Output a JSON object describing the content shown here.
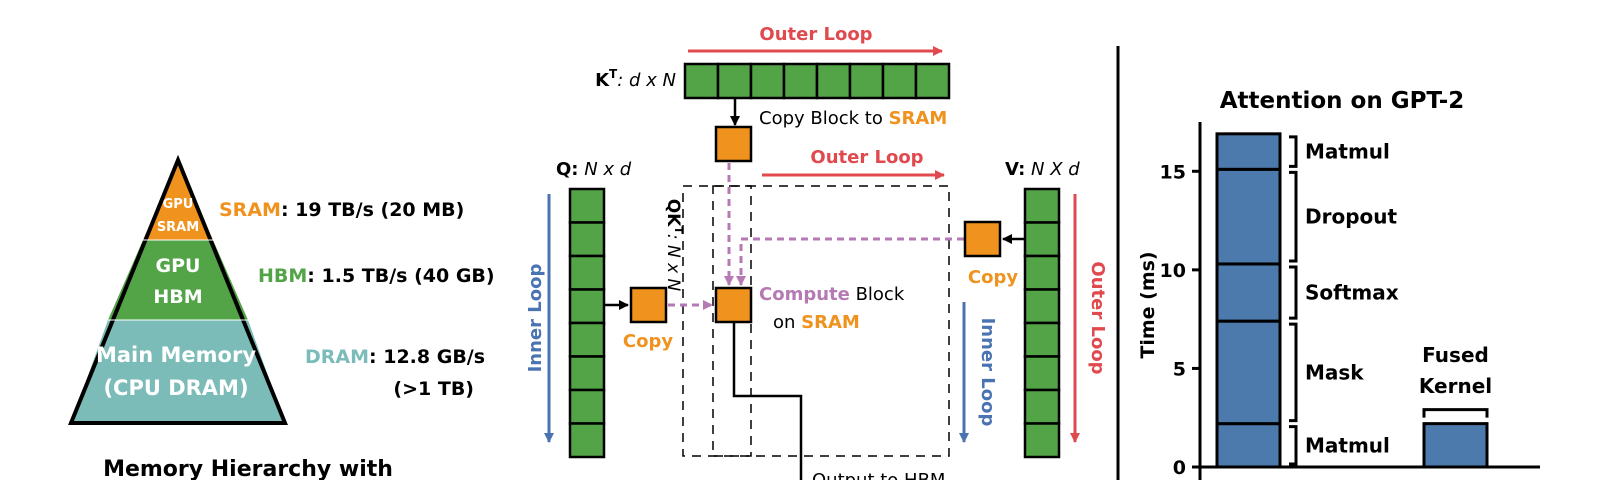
{
  "colors": {
    "sram": "#f0921e",
    "hbm": "#52a447",
    "dram": "#7bbcb8",
    "red": "#e04a4e",
    "blue": "#4a73b2",
    "purple": "#b57ab4",
    "bar": "#4d7aad",
    "grid_green": "#3f9a3d"
  },
  "hierarchy": {
    "sram_in_1": "GPU",
    "sram_in_2": "SRAM",
    "hbm_in_1": "GPU",
    "hbm_in_2": "HBM",
    "dram_in_1": "Main Memory",
    "dram_in_2": "(CPU DRAM)",
    "sram_name": "SRAM",
    "sram_spec": ": 19 TB/s (20 MB)",
    "hbm_name": "HBM",
    "hbm_spec": ": 1.5 TB/s (40 GB)",
    "dram_name": "DRAM",
    "dram_spec": ": 12.8 GB/s",
    "dram_spec_2": "(>1 TB)",
    "caption": "Memory Hierarchy with"
  },
  "flash": {
    "outer_loop_top": "Outer Loop",
    "kt_label_bold": "K",
    "kt_label_sup": "T",
    "kt_label_rest": ": d x N",
    "copy_block_text": "Copy Block to ",
    "copy_block_sram": "SRAM",
    "outer_loop_mid": "Outer Loop",
    "q_label_bold": "Q:",
    "q_label_rest": " N x d",
    "v_label_bold": "V:",
    "v_label_rest": " N X d",
    "qkt_label": "QK",
    "qkt_sup": "T",
    "qkt_rest": ": N x N",
    "copy_left": "Copy",
    "copy_right": "Copy",
    "compute_word": "Compute",
    "compute_rest": " Block",
    "on_word": "on ",
    "on_sram": "SRAM",
    "inner_loop_left": "Inner Loop",
    "inner_loop_right": "Inner Loop",
    "outer_loop_right": "Outer Loop",
    "output_partial": "Output to HBM"
  },
  "chart_data": {
    "type": "bar",
    "title": "Attention on GPT-2",
    "ylabel": "Time (ms)",
    "ylim": [
      0,
      17.5
    ],
    "yticks": [
      0,
      5,
      10,
      15
    ],
    "series": [
      {
        "segments": [
          {
            "name": "Matmul",
            "start": 0,
            "end": 2.2
          },
          {
            "name": "Mask",
            "start": 2.2,
            "end": 7.4
          },
          {
            "name": "Softmax",
            "start": 7.4,
            "end": 10.3
          },
          {
            "name": "Dropout",
            "start": 10.3,
            "end": 15.1
          },
          {
            "name": "Matmul",
            "start": 15.1,
            "end": 16.9
          }
        ]
      },
      {
        "label_1": "Fused",
        "label_2": "Kernel",
        "value": 2.2
      }
    ]
  }
}
